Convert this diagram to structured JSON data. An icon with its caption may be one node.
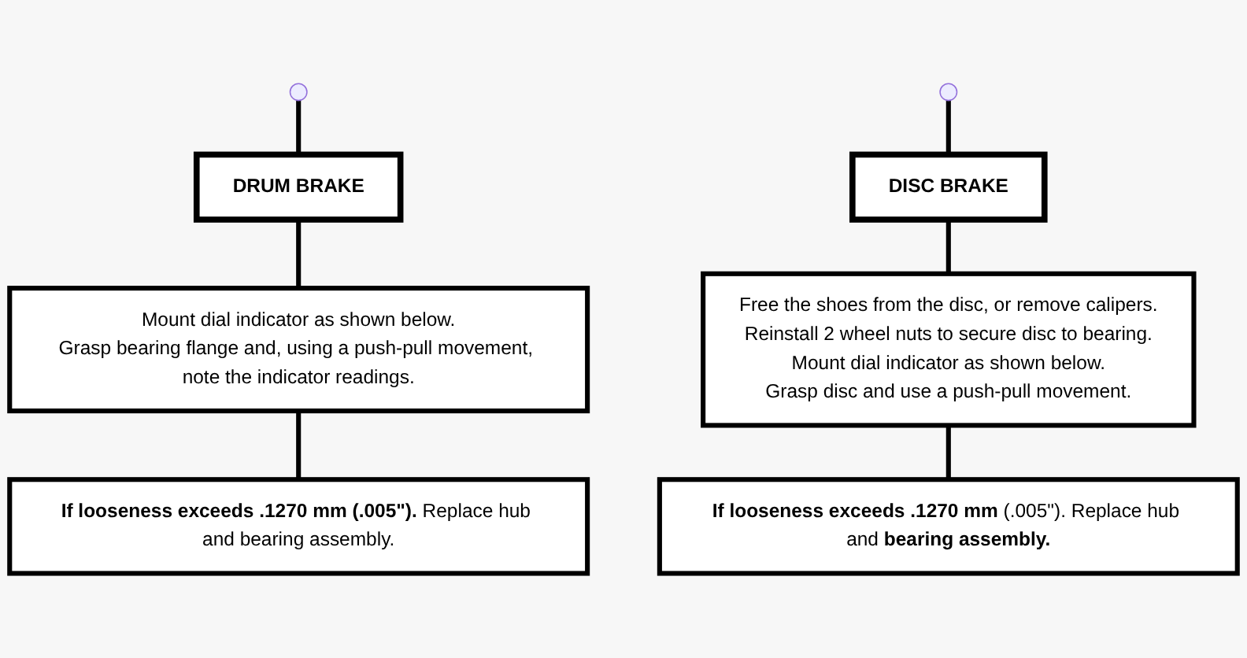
{
  "diagram": {
    "nodes": [
      {
        "text": [
          "DRUM BRAKE"
        ]
      },
      {
        "text": [
          "DISC BRAKE"
        ]
      },
      {
        "text": [
          "Mount dial indicator as shown below.",
          "Grasp bearing flange and, using a push-pull movement, note the indicator readings."
        ]
      },
      {
        "text": [
          "Free the shoes from the disc, or remove calipers.",
          "Reinstall 2 wheel nuts to secure disc to bearing.",
          "Mount dial indicator as shown below.",
          "Grasp disc and use a push-pull movement."
        ]
      },
      {
        "text": [
          "**If looseness exceeds .1270 mm (.005\").** Replace hub and bearing assembly."
        ]
      },
      {
        "text": [
          "**If looseness exceeds .1270 mm** (.005\"). Replace hub and **bearing assembly.**"
        ]
      }
    ],
    "edges": [
      {
        "from": null,
        "to": 0,
        "arrow": "none"
      },
      {
        "from": null,
        "to": 1,
        "arrow": "none"
      },
      {
        "from": 0,
        "to": 2,
        "arrow": "none"
      },
      {
        "from": 1,
        "to": 3,
        "arrow": "none"
      },
      {
        "from": 2,
        "to": 4,
        "arrow": "none"
      },
      {
        "from": 3,
        "to": 5,
        "arrow": "none"
      }
    ]
  }
}
